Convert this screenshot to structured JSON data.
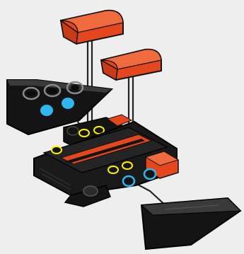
{
  "illustration": {
    "subject": "brick-assembly-exploded-view",
    "colors": {
      "background": "#eeeeee",
      "orange_brick": "#e4461d",
      "black_part": "#141414",
      "dark_grey_part": "#2b2b2b",
      "stud_outline": "#fff200",
      "connection_hole": "#2fb8ef",
      "guide_line": "#222222"
    },
    "parts": [
      {
        "name": "curved-slope-top",
        "color": "orange"
      },
      {
        "name": "curved-slope-middle",
        "color": "orange"
      },
      {
        "name": "plate-with-clips",
        "color": "black"
      },
      {
        "name": "base-assembly",
        "color": "black"
      },
      {
        "name": "wedge-slope",
        "color": "black"
      }
    ]
  }
}
